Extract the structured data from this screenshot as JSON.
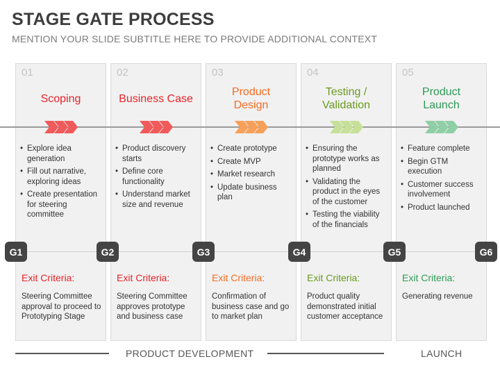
{
  "header": {
    "title": "STAGE GATE PROCESS",
    "subtitle": "MENTION YOUR SLIDE SUBTITLE HERE TO PROVIDE ADDITIONAL CONTEXT"
  },
  "stages": [
    {
      "num": "01",
      "title_lines": [
        "Scoping"
      ],
      "color": "#e8232a",
      "bullets": [
        "Explore idea generation",
        "Fill out narrative, exploring ideas",
        "Create presentation for steering committee"
      ],
      "exit_label": "Exit Criteria:",
      "exit_text": "Steering Committee approval to proceed to Prototyping Stage"
    },
    {
      "num": "02",
      "title_lines": [
        "Business Case"
      ],
      "color": "#e8232a",
      "bullets": [
        "Product discovery starts",
        "Define core functionality",
        "Understand market size and revenue"
      ],
      "exit_label": "Exit Criteria:",
      "exit_text": "Steering Committee approves prototype and business case"
    },
    {
      "num": "03",
      "title_lines": [
        "Product",
        "Design"
      ],
      "color": "#f26d21",
      "bullets": [
        "Create prototype",
        "Create MVP",
        "Market research",
        "Update business plan"
      ],
      "exit_label": "Exit Criteria:",
      "exit_text": "Confirmation of business case and go to market plan"
    },
    {
      "num": "04",
      "title_lines": [
        "Testing /",
        "Validation"
      ],
      "color": "#6a9a1f",
      "bullets": [
        "Ensuring the prototype works as planned",
        "Validating the product in the eyes of the customer",
        "Testing the viability of the financials"
      ],
      "exit_label": "Exit Criteria:",
      "exit_text": "Product quality demonstrated initial customer acceptance"
    },
    {
      "num": "05",
      "title_lines": [
        "Product",
        "Launch"
      ],
      "color": "#2e9a57",
      "bullets": [
        "Feature complete",
        "Begin GTM execution",
        "Customer success involvement",
        "Product launched"
      ],
      "exit_label": "Exit Criteria:",
      "exit_text": "Generating revenue"
    }
  ],
  "chevron_colors": [
    "#f05a5a",
    "#f05a5a",
    "#f7a05a",
    "#c6e09a",
    "#8fcfa6"
  ],
  "gates": [
    "G1",
    "G2",
    "G3",
    "G4",
    "G5",
    "G6"
  ],
  "footer": {
    "product_development": "PRODUCT DEVELOPMENT",
    "launch": "LAUNCH"
  }
}
